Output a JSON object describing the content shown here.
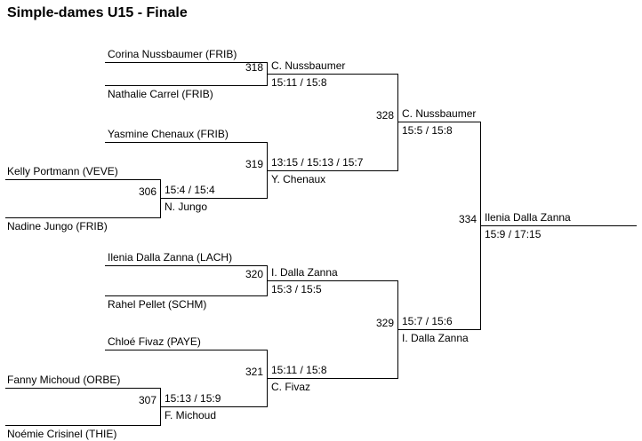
{
  "title": "Simple-dames U15 - Finale",
  "matches": {
    "m306": {
      "number": "306",
      "player1": "Kelly Portmann (VEVE)",
      "player2": "Nadine Jungo (FRIB)",
      "winner": "N. Jungo",
      "score": "15:4 / 15:4"
    },
    "m307": {
      "number": "307",
      "player1": "Fanny Michoud (ORBE)",
      "player2": "Noémie Crisinel (THIE)",
      "winner": "F. Michoud",
      "score": "15:13 / 15:9"
    },
    "m318": {
      "number": "318",
      "player1": "Corina Nussbaumer (FRIB)",
      "player2": "Nathalie Carrel (FRIB)",
      "winner": "C. Nussbaumer",
      "score": "15:11 / 15:8"
    },
    "m319": {
      "number": "319",
      "player1": "Yasmine Chenaux (FRIB)",
      "winner": "Y. Chenaux",
      "score": "13:15 / 15:13 / 15:7"
    },
    "m320": {
      "number": "320",
      "player1": "Ilenia Dalla Zanna (LACH)",
      "player2": "Rahel Pellet (SCHM)",
      "winner": "I. Dalla Zanna",
      "score": "15:3 / 15:5"
    },
    "m321": {
      "number": "321",
      "player1": "Chloé Fivaz (PAYE)",
      "winner": "C. Fivaz",
      "score": "15:11 / 15:8"
    },
    "m328": {
      "number": "328",
      "winner": "C. Nussbaumer",
      "score": "15:5 / 15:8"
    },
    "m329": {
      "number": "329",
      "winner": "I. Dalla Zanna",
      "score": "15:7 / 15:6"
    },
    "m334": {
      "number": "334",
      "winner": "Ilenia Dalla Zanna",
      "score": "15:9 / 17:15"
    }
  }
}
